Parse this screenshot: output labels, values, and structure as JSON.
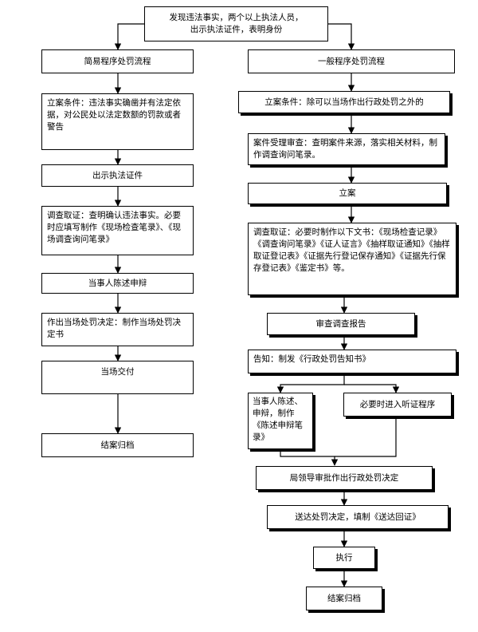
{
  "top": {
    "text": "发现违法事实，两个以上执法人员，\n出示执法证件，表明身份"
  },
  "simple": {
    "title": "简易程序处罚流程",
    "steps": [
      {
        "text": "立案条件：违法事实确凿并有法定依据，对公民处以法定数额的罚款或者警告"
      },
      {
        "text": "出示执法证件"
      },
      {
        "text": "调查取证：查明确认违法事实。必要时应填写制作《现场检查笔录》、《现场调查询问笔录》"
      },
      {
        "text": "当事人陈述申辩"
      },
      {
        "text": "作出当场处罚决定：制作当场处罚决定书"
      },
      {
        "text": "当场交付"
      },
      {
        "text": "结案归档"
      }
    ]
  },
  "general": {
    "title": "一般程序处罚流程",
    "steps": [
      {
        "text": "立案条件：除可以当场作出行政处罚之外的"
      },
      {
        "text": "案件受理审查：查明案件来源，落实相关材料，制作调查询问笔录。"
      },
      {
        "text": "立案"
      },
      {
        "text": "调查取证：必要时制作以下文书：《现场检查记录》《调查询问笔录》《证人证言》《抽样取证通知》《抽样取证登记表》《证据先行登记保存通知》《证据先行保存登记表》《鉴定书》等。"
      },
      {
        "text": "审查调查报告"
      },
      {
        "text": "告知：制发《行政处罚告知书》"
      },
      {
        "text": "当事人陈述、申辩，制作《陈述申辩笔录》"
      },
      {
        "text": "必要时进入听证程序"
      },
      {
        "text": "局领导审批作出行政处罚决定"
      },
      {
        "text": "送达处罚决定，填制《送达回证》"
      },
      {
        "text": "执行"
      },
      {
        "text": "结案归档"
      }
    ]
  }
}
